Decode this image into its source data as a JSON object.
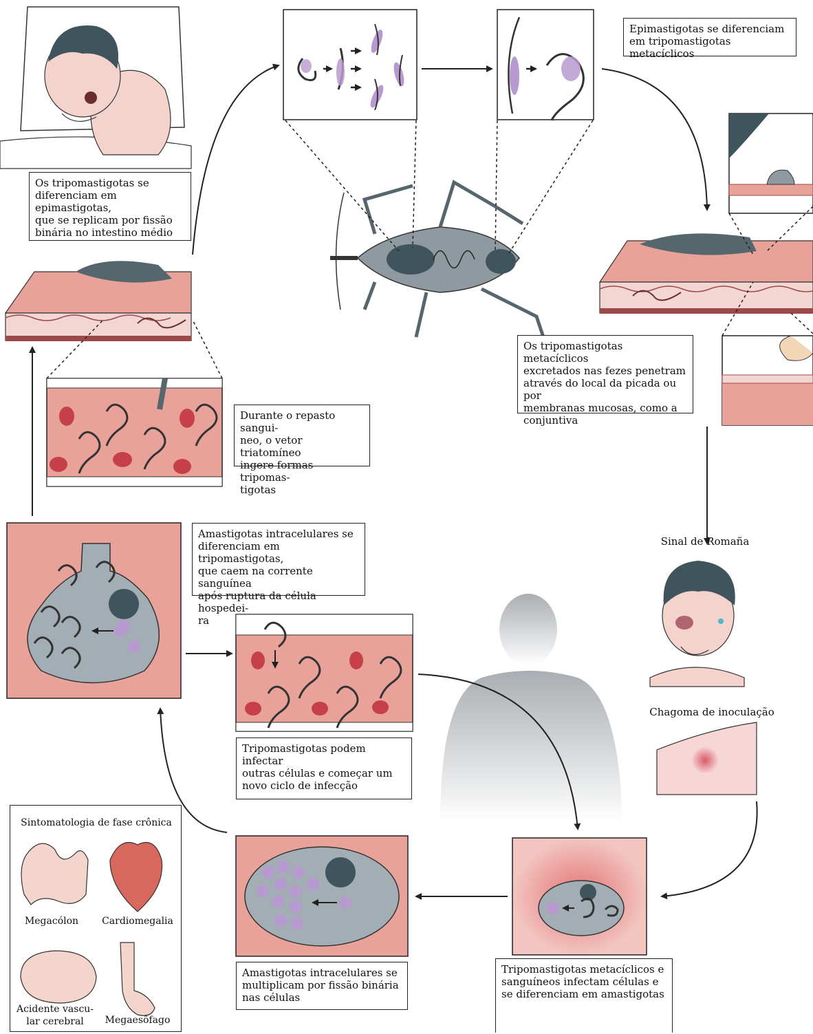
{
  "colors": {
    "skin": "#e8a29a",
    "skin_light": "#f3d6d2",
    "skin_dark": "#9c4a4a",
    "cell": "#a3adb4",
    "nucleus": "#3f545c",
    "parasite": "#b79acf",
    "bug": "#56666d",
    "line": "#222222"
  },
  "captions": {
    "epi_to_trypo": "Epimastigotas se diferenciam\nem tripomastigotas metacíclicos",
    "trypo_to_epi": "Os tripomastigotas se\ndiferenciam em epimastigotas,\nque se replicam por fissão\nbinária no intestino médio",
    "blood_meal": "Durante o repasto sangui-\nneo, o vetor triatomíneo\ningere formas tripomas-\ntigotas",
    "feces_penetrate": "Os tripomastigotas metacíclicos\nexcretados nas fezes penetram\natravés do local da picada ou por\nmembranas mucosas, como a\nconjuntiva",
    "amastigote_diff": "Amastigotas intracelulares se\ndiferenciam em tripomastigotas,\nque caem na corrente sanguínea\napós ruptura da célula hospedei-\nra",
    "infect_other": "Tripomastigotas podem infectar\noutras células e começar um\nnovo ciclo de infecção",
    "amastigote_multiply": "Amastigotas intracelulares se\nmultiplicam por fissão binária\nnas células",
    "infect_cells": "Tripomastigotas metacíclicos e\nsanguíneos infectam células e\nse diferenciam em amastigotas"
  },
  "labels": {
    "romana": "Sinal de Romaña",
    "chagoma": "Chagoma de inoculação"
  },
  "chronic": {
    "title": "Sintomatologia de fase crônica",
    "megacolon": "Megacólon",
    "cardiomegaly": "Cardiomegalia",
    "stroke": "Acidente vascu-\nlar cerebral",
    "megaesophagus": "Megaesôfago"
  }
}
